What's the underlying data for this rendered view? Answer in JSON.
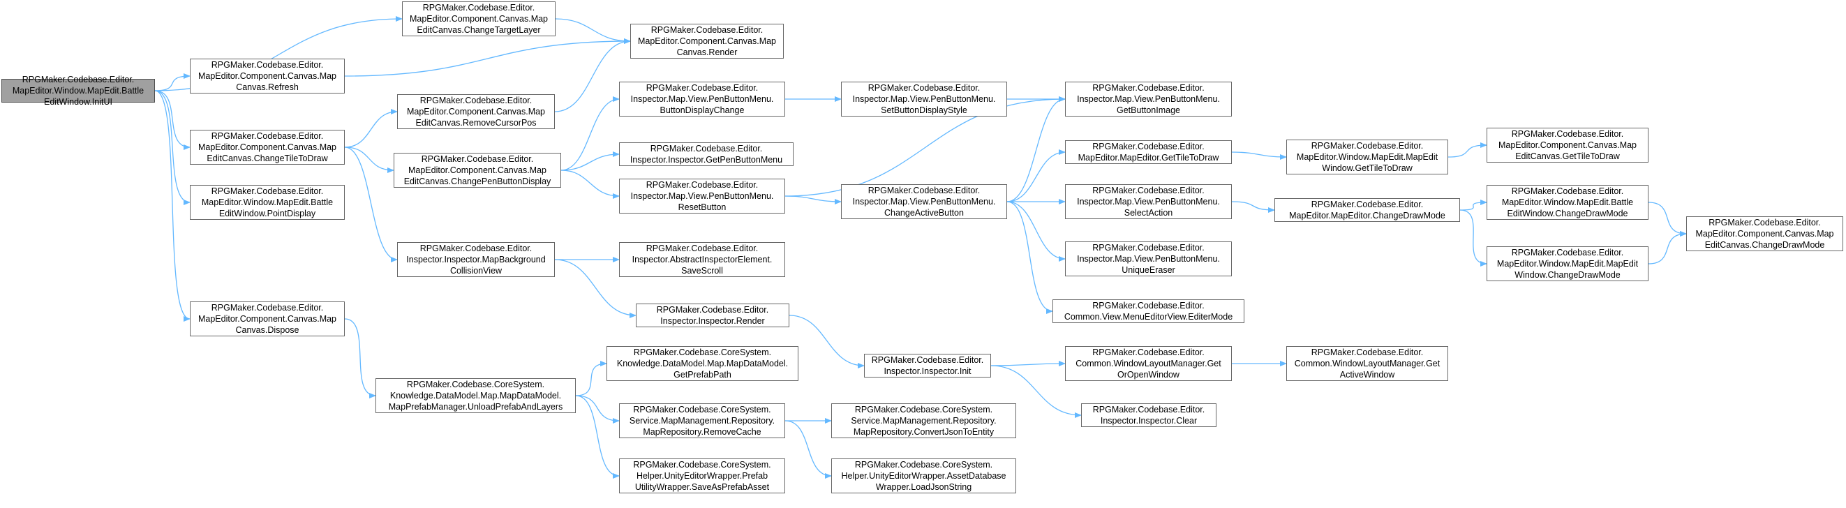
{
  "colors": {
    "edge": "#63b8ff",
    "node_border": "#666666",
    "root_fill": "#a0a0a0",
    "node_fill": "#ffffff"
  },
  "nodes": [
    {
      "id": "n0",
      "label": "RPGMaker.Codebase.Editor.\nMapEditor.Window.MapEdit.Battle\nEditWindow.InitUI",
      "root": true
    },
    {
      "id": "n1",
      "label": "RPGMaker.Codebase.Editor.\nMapEditor.Component.Canvas.Map\nEditCanvas.ChangeTargetLayer"
    },
    {
      "id": "n2",
      "label": "RPGMaker.Codebase.Editor.\nMapEditor.Component.Canvas.Map\nCanvas.Refresh"
    },
    {
      "id": "n3",
      "label": "RPGMaker.Codebase.Editor.\nMapEditor.Component.Canvas.Map\nEditCanvas.ChangeTileToDraw"
    },
    {
      "id": "n4",
      "label": "RPGMaker.Codebase.Editor.\nMapEditor.Window.MapEdit.Battle\nEditWindow.PointDisplay"
    },
    {
      "id": "n5",
      "label": "RPGMaker.Codebase.Editor.\nMapEditor.Component.Canvas.Map\nCanvas.Dispose"
    },
    {
      "id": "n6",
      "label": "RPGMaker.Codebase.Editor.\nMapEditor.Component.Canvas.Map\nEditCanvas.RemoveCursorPos"
    },
    {
      "id": "n7",
      "label": "RPGMaker.Codebase.Editor.\nMapEditor.Component.Canvas.Map\nEditCanvas.ChangePenButtonDisplay"
    },
    {
      "id": "n8",
      "label": "RPGMaker.Codebase.Editor.\nInspector.Inspector.MapBackground\nCollisionView"
    },
    {
      "id": "n9",
      "label": "RPGMaker.Codebase.CoreSystem.\nKnowledge.DataModel.Map.MapDataModel.\nMapPrefabManager.UnloadPrefabAndLayers"
    },
    {
      "id": "n10",
      "label": "RPGMaker.Codebase.Editor.\nMapEditor.Component.Canvas.Map\nCanvas.Render"
    },
    {
      "id": "n11",
      "label": "RPGMaker.Codebase.Editor.\nInspector.Map.View.PenButtonMenu.\nButtonDisplayChange"
    },
    {
      "id": "n12",
      "label": "RPGMaker.Codebase.Editor.\nInspector.Inspector.GetPenButtonMenu"
    },
    {
      "id": "n13",
      "label": "RPGMaker.Codebase.Editor.\nInspector.Map.View.PenButtonMenu.\nResetButton"
    },
    {
      "id": "n14",
      "label": "RPGMaker.Codebase.Editor.\nInspector.AbstractInspectorElement.\nSaveScroll"
    },
    {
      "id": "n15",
      "label": "RPGMaker.Codebase.Editor.\nInspector.Inspector.Render"
    },
    {
      "id": "n16",
      "label": "RPGMaker.Codebase.CoreSystem.\nKnowledge.DataModel.Map.MapDataModel.\nGetPrefabPath"
    },
    {
      "id": "n17",
      "label": "RPGMaker.Codebase.CoreSystem.\nService.MapManagement.Repository.\nMapRepository.RemoveCache"
    },
    {
      "id": "n18",
      "label": "RPGMaker.Codebase.CoreSystem.\nHelper.UnityEditorWrapper.Prefab\nUtilityWrapper.SaveAsPrefabAsset"
    },
    {
      "id": "n19",
      "label": "RPGMaker.Codebase.Editor.\nInspector.Map.View.PenButtonMenu.\nSetButtonDisplayStyle"
    },
    {
      "id": "n20",
      "label": "RPGMaker.Codebase.Editor.\nInspector.Map.View.PenButtonMenu.\nChangeActiveButton"
    },
    {
      "id": "n21",
      "label": "RPGMaker.Codebase.Editor.\nInspector.Inspector.Init"
    },
    {
      "id": "n22",
      "label": "RPGMaker.Codebase.CoreSystem.\nService.MapManagement.Repository.\nMapRepository.ConvertJsonToEntity"
    },
    {
      "id": "n23",
      "label": "RPGMaker.Codebase.CoreSystem.\nHelper.UnityEditorWrapper.AssetDatabase\nWrapper.LoadJsonString"
    },
    {
      "id": "n24",
      "label": "RPGMaker.Codebase.Editor.\nInspector.Map.View.PenButtonMenu.\nGetButtonImage"
    },
    {
      "id": "n25",
      "label": "RPGMaker.Codebase.Editor.\nMapEditor.MapEditor.GetTileToDraw"
    },
    {
      "id": "n26",
      "label": "RPGMaker.Codebase.Editor.\nInspector.Map.View.PenButtonMenu.\nSelectAction"
    },
    {
      "id": "n27",
      "label": "RPGMaker.Codebase.Editor.\nInspector.Map.View.PenButtonMenu.\nUniqueEraser"
    },
    {
      "id": "n28",
      "label": "RPGMaker.Codebase.Editor.\nCommon.View.MenuEditorView.EditerMode"
    },
    {
      "id": "n29",
      "label": "RPGMaker.Codebase.Editor.\nCommon.WindowLayoutManager.Get\nOrOpenWindow"
    },
    {
      "id": "n30",
      "label": "RPGMaker.Codebase.Editor.\nInspector.Inspector.Clear"
    },
    {
      "id": "n31",
      "label": "RPGMaker.Codebase.Editor.\nMapEditor.Window.MapEdit.MapEdit\nWindow.GetTileToDraw"
    },
    {
      "id": "n32",
      "label": "RPGMaker.Codebase.Editor.\nMapEditor.MapEditor.ChangeDrawMode"
    },
    {
      "id": "n33",
      "label": "RPGMaker.Codebase.Editor.\nCommon.WindowLayoutManager.Get\nActiveWindow"
    },
    {
      "id": "n34",
      "label": "RPGMaker.Codebase.Editor.\nMapEditor.Component.Canvas.Map\nEditCanvas.GetTileToDraw"
    },
    {
      "id": "n35",
      "label": "RPGMaker.Codebase.Editor.\nMapEditor.Window.MapEdit.Battle\nEditWindow.ChangeDrawMode"
    },
    {
      "id": "n36",
      "label": "RPGMaker.Codebase.Editor.\nMapEditor.Window.MapEdit.MapEdit\nWindow.ChangeDrawMode"
    },
    {
      "id": "n37",
      "label": "RPGMaker.Codebase.Editor.\nMapEditor.Component.Canvas.Map\nEditCanvas.ChangeDrawMode"
    }
  ],
  "edges": [
    [
      "n0",
      "n1"
    ],
    [
      "n0",
      "n2"
    ],
    [
      "n0",
      "n3"
    ],
    [
      "n0",
      "n4"
    ],
    [
      "n0",
      "n5"
    ],
    [
      "n1",
      "n10"
    ],
    [
      "n2",
      "n10"
    ],
    [
      "n3",
      "n6"
    ],
    [
      "n3",
      "n7"
    ],
    [
      "n3",
      "n8"
    ],
    [
      "n6",
      "n10"
    ],
    [
      "n7",
      "n11"
    ],
    [
      "n7",
      "n12"
    ],
    [
      "n7",
      "n13"
    ],
    [
      "n8",
      "n14"
    ],
    [
      "n8",
      "n15"
    ],
    [
      "n5",
      "n9"
    ],
    [
      "n9",
      "n16"
    ],
    [
      "n9",
      "n17"
    ],
    [
      "n9",
      "n18"
    ],
    [
      "n11",
      "n19"
    ],
    [
      "n19",
      "n24"
    ],
    [
      "n13",
      "n24"
    ],
    [
      "n13",
      "n20"
    ],
    [
      "n20",
      "n24"
    ],
    [
      "n20",
      "n25"
    ],
    [
      "n20",
      "n26"
    ],
    [
      "n20",
      "n27"
    ],
    [
      "n20",
      "n28"
    ],
    [
      "n15",
      "n21"
    ],
    [
      "n21",
      "n29"
    ],
    [
      "n21",
      "n30"
    ],
    [
      "n29",
      "n33"
    ],
    [
      "n17",
      "n22"
    ],
    [
      "n17",
      "n23"
    ],
    [
      "n25",
      "n31"
    ],
    [
      "n31",
      "n34"
    ],
    [
      "n26",
      "n32"
    ],
    [
      "n32",
      "n35"
    ],
    [
      "n32",
      "n36"
    ],
    [
      "n35",
      "n37"
    ],
    [
      "n36",
      "n37"
    ]
  ]
}
